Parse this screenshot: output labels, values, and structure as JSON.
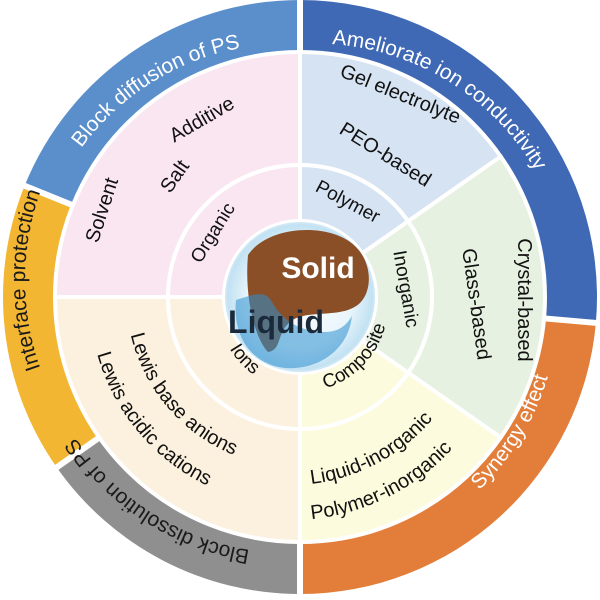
{
  "center": {
    "top_label": "Solid",
    "bottom_label": "Liquid"
  },
  "outer_ring": [
    {
      "key": "block_diffusion",
      "label": "Block diffusion of PS",
      "color": "#5B8FCB"
    },
    {
      "key": "ameliorate",
      "label": "Ameliorate ion conductivity",
      "color": "#3F68B5"
    },
    {
      "key": "synergy",
      "label": "Synergy effect",
      "color": "#E27E3A"
    },
    {
      "key": "block_dissolution",
      "label": "Block dissolution of PS",
      "color": "#8F8F8F"
    },
    {
      "key": "interface",
      "label": "Interface protection",
      "color": "#F2B632"
    }
  ],
  "inner_ring": [
    {
      "key": "organic",
      "label": "Organic"
    },
    {
      "key": "polymer",
      "label": "Polymer"
    },
    {
      "key": "inorganic",
      "label": "Inorganic"
    },
    {
      "key": "composite",
      "label": "Composite"
    },
    {
      "key": "ions",
      "label": "Ions"
    }
  ],
  "sectors": {
    "organic": [
      "Additive",
      "Salt",
      "Solvent"
    ],
    "polymer": [
      "Gel electrolyte",
      "PEO-based"
    ],
    "inorganic": [
      "Crystal-based",
      "Glass-based"
    ],
    "composite": [
      "Polymer-inorganic",
      "Liquid-inorganic"
    ],
    "ions": [
      "Lewis acidic cations",
      "Lewis base anions"
    ]
  },
  "colors": {
    "organic_fill": "#F9E6F1",
    "polymer_fill": "#D6E3F2",
    "inorganic_fill": "#E7F1E1",
    "composite_fill": "#FDFBDD",
    "ions_fill": "#FCF1DF",
    "solid_blob": "#8A4F27",
    "liquid_blob": "#2E8FCF"
  }
}
